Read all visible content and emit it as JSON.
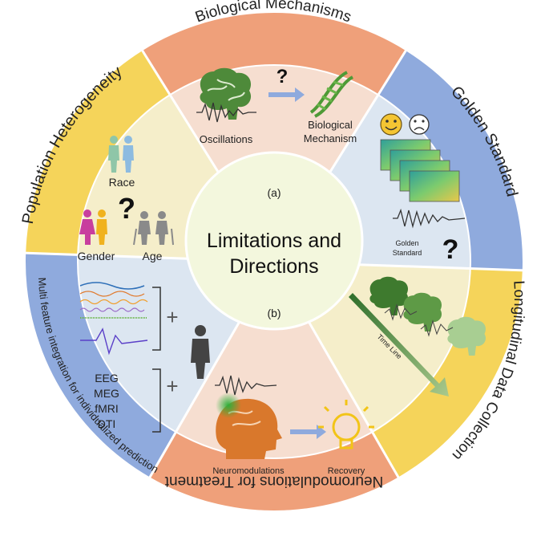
{
  "center": {
    "title_line1": "Limitations and",
    "title_line2": "Directions",
    "label_a": "(a)",
    "label_b": "(b)"
  },
  "sectors": {
    "biological": {
      "ring_label": "Biological Mechanisms",
      "oscillations": "Oscillations",
      "question": "?",
      "mechanism_line1": "Biological",
      "mechanism_line2": "Mechanism"
    },
    "golden": {
      "ring_label": "Golden Standard",
      "standard_line1": "Golden",
      "standard_line2": "Standard",
      "question": "?"
    },
    "longitudinal": {
      "ring_label": "Longitudinal Data Collection",
      "timeline": "Time Line"
    },
    "neuromodulation": {
      "ring_label": "Neuromodulations for Treatment",
      "neuromodulations": "Neuromodulations",
      "recovery": "Recovery"
    },
    "multifeature": {
      "ring_label": "Multi feature integration for individualized prediction",
      "modalities": [
        "EEG",
        "MEG",
        "fMRI",
        "DTI"
      ],
      "plus": "+"
    },
    "population": {
      "ring_label": "Population Heterogeneity",
      "race": "Race",
      "gender": "Gender",
      "age": "Age",
      "question": "?"
    }
  },
  "colors": {
    "ring_orange": "#EFA07A",
    "ring_blue": "#8FAADD",
    "ring_yellow": "#F5D45A",
    "inner_orange": "#F6DED0",
    "inner_blue": "#DCE6F1",
    "inner_yellow": "#F5EECA",
    "center_fill": "#F3F7DD",
    "brain_green": "#4E8A3A",
    "head_orange": "#D9782C"
  },
  "icons": [
    "brain-icon",
    "arrow-icon",
    "dna-icon",
    "smiley-icon",
    "sad-face-icon",
    "spectrogram-icon",
    "waveform-icon",
    "person-icon",
    "lightbulb-icon",
    "head-icon"
  ]
}
